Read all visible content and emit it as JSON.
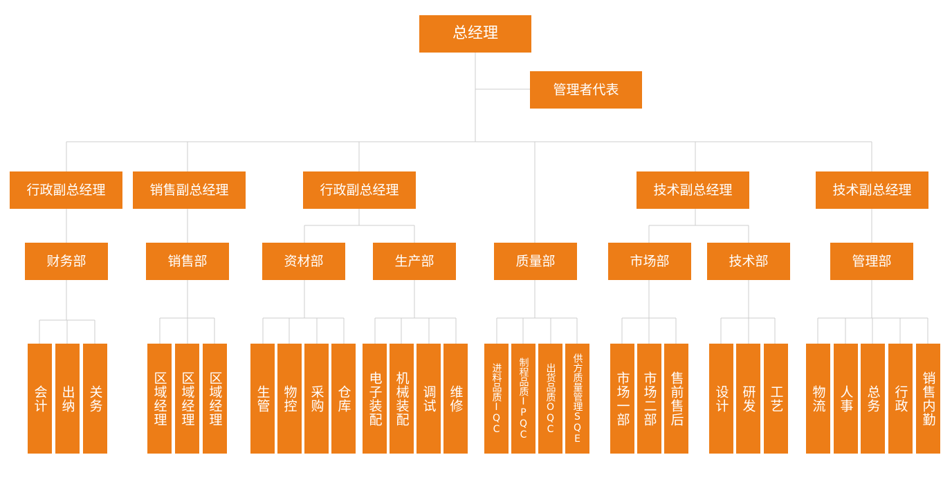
{
  "colors": {
    "box": "#ed7d17",
    "text": "#ffffff",
    "line": "#cccccc"
  },
  "root": "总经理",
  "assistant": "管理者代表",
  "vps": [
    "行政副总经理",
    "销售副总经理",
    "行政副总经理",
    "技术副总经理",
    "技术副总经理"
  ],
  "departments": {
    "finance": "财务部",
    "sales": "销售部",
    "materials": "资材部",
    "production": "生产部",
    "quality": "质量部",
    "market": "市场部",
    "tech": "技术部",
    "management": "管理部"
  },
  "teams": {
    "finance": [
      "会计",
      "出纳",
      "关务"
    ],
    "sales": [
      "区域经理",
      "区域经理",
      "区域经理"
    ],
    "materials": [
      "生管",
      "物控",
      "采购",
      "仓库"
    ],
    "production": [
      "电子装配",
      "机械装配",
      "调试",
      "维修"
    ],
    "quality": [
      "进料品质IQC",
      "制程品质IPQC",
      "出货品质OQC",
      "供方质量管理SQE"
    ],
    "market": [
      "市场一部",
      "市场二部",
      "售前售后"
    ],
    "tech": [
      "设计",
      "研发",
      "工艺"
    ],
    "management": [
      "物流",
      "人事",
      "总务",
      "行政",
      "销售内勤"
    ]
  }
}
